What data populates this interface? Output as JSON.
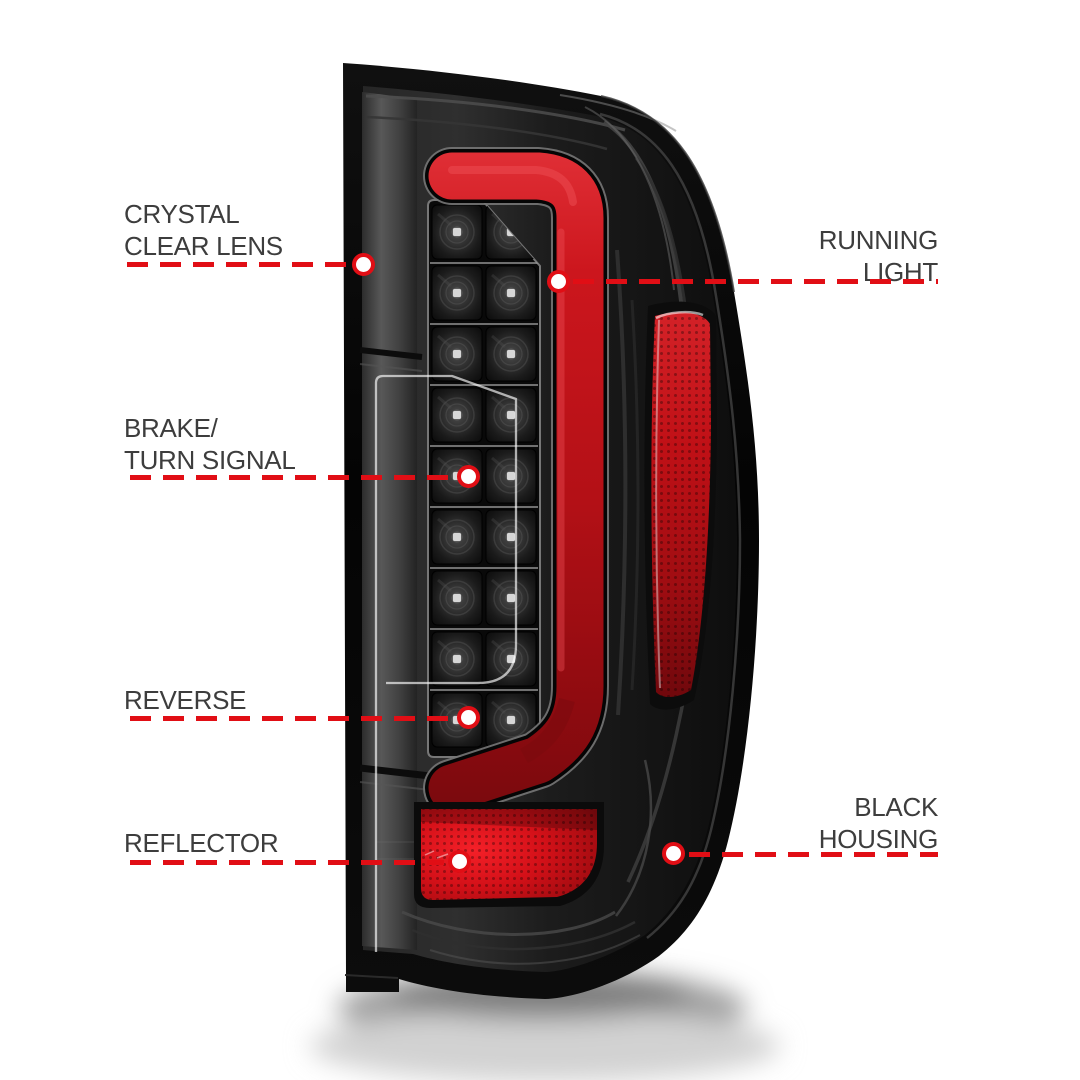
{
  "page": {
    "background": "#ffffff"
  },
  "illustration": {
    "description": "Black housing LED tail light with red C-shaped light bar, smoked LED grid, vertical side reflector strip and lower red reflector"
  },
  "callouts": {
    "crystal_clear_lens": {
      "line1": "CRYSTAL",
      "line2": "CLEAR LENS"
    },
    "running_light": {
      "line1": "RUNNING",
      "line2": "LIGHT"
    },
    "brake_turn_signal": {
      "line1": "BRAKE/",
      "line2": "TURN SIGNAL"
    },
    "reverse": {
      "line1": "REVERSE"
    },
    "reflector": {
      "line1": "REFLECTOR"
    },
    "black_housing": {
      "line1": "BLACK",
      "line2": "HOUSING"
    }
  },
  "colors": {
    "accent_red": "#e10e15",
    "label_text": "#3d3d3d",
    "housing_black": "#0a0a0a",
    "light_bar_red": "#c41118",
    "reflector_red": "#d31018"
  }
}
